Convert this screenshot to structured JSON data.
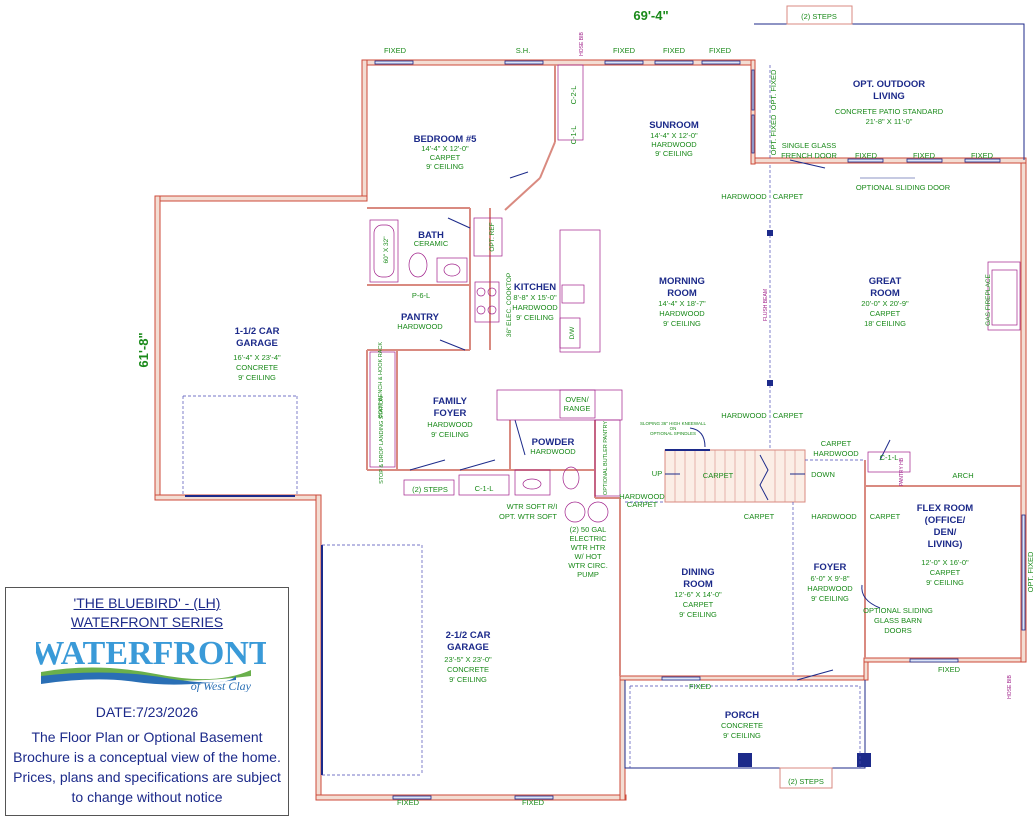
{
  "colors": {
    "room_name": "#1c2a8a",
    "room_detail": "#1a8a1a",
    "wall": "#cc4a3a",
    "fixture": "#a0208a",
    "window": "#1c2a8a"
  },
  "dimensions": {
    "width": "69'-4\"",
    "depth": "61'-8\""
  },
  "rooms": [
    {
      "id": "bedroom",
      "name": "BEDROOM #5",
      "details": [
        "14'-4\" X 12'-0\"",
        "CARPET",
        "9' CEILING"
      ]
    },
    {
      "id": "sunroom",
      "name": "SUNROOM",
      "details": [
        "14'-4\" X 12'-0\"",
        "HARDWOOD",
        "9' CEILING"
      ]
    },
    {
      "id": "outdoor",
      "name": "OPT. OUTDOOR",
      "name2": "LIVING",
      "details": [
        "CONCRETE PATIO STANDARD",
        "21'-8\" X 11'-0\""
      ]
    },
    {
      "id": "garage1",
      "name": "1-1/2 CAR",
      "name2": "GARAGE",
      "details": [
        "16'-4\" X 23'-4\"",
        "CONCRETE",
        "9' CEILING"
      ]
    },
    {
      "id": "bath",
      "name": "BATH",
      "details": [
        "CERAMIC"
      ]
    },
    {
      "id": "pantry",
      "name": "PANTRY",
      "details": [
        "HARDWOOD"
      ]
    },
    {
      "id": "kitchen",
      "name": "KITCHEN",
      "details": [
        "8'-8\" X 15'-0\"",
        "HARDWOOD",
        "9' CEILING"
      ]
    },
    {
      "id": "morning",
      "name": "MORNING",
      "name2": "ROOM",
      "details": [
        "14'-4\" X 18'-7\"",
        "HARDWOOD",
        "9' CEILING"
      ]
    },
    {
      "id": "great",
      "name": "GREAT",
      "name2": "ROOM",
      "details": [
        "20'-0\" X 20'-9\"",
        "CARPET",
        "18' CEILING"
      ]
    },
    {
      "id": "family",
      "name": "FAMILY",
      "name2": "FOYER",
      "details": [
        "HARDWOOD",
        "9' CEILING"
      ]
    },
    {
      "id": "powder",
      "name": "POWDER",
      "details": [
        "HARDWOOD"
      ]
    },
    {
      "id": "flex",
      "name": "FLEX ROOM",
      "name2": "(OFFICE/",
      "name3": "DEN/",
      "name4": "LIVING)",
      "details": [
        "12'-0\" X 16'-0\"",
        "CARPET",
        "9' CEILING"
      ]
    },
    {
      "id": "dining",
      "name": "DINING",
      "name2": "ROOM",
      "details": [
        "12'-6\" X 14'-0\"",
        "CARPET",
        "9' CEILING"
      ]
    },
    {
      "id": "foyer",
      "name": "FOYER",
      "details": [
        "6'-0\" X 9'-8\"",
        "HARDWOOD",
        "9' CEILING"
      ]
    },
    {
      "id": "garage2",
      "name": "2-1/2 CAR",
      "name2": "GARAGE",
      "details": [
        "23'-5\" X 23'-0\"",
        "CONCRETE",
        "9' CEILING"
      ]
    },
    {
      "id": "porch",
      "name": "PORCH",
      "details": [
        "CONCRETE",
        "9' CEILING"
      ]
    }
  ],
  "labels": {
    "fixed": "FIXED",
    "sh": "S.H.",
    "opt_fixed": "OPT. FIXED",
    "steps2": "(2) STEPS",
    "hardwood": "HARDWOOD",
    "carpet": "CARPET",
    "single_glass": "SINGLE GLASS",
    "french_door": "FRENCH DOOR",
    "opt_sliding": "OPTIONAL SLIDING DOOR",
    "gas_fireplace": "GAS FIREPLACE",
    "flush_beam": "FLUSH BEAM",
    "opt_ref": "OPT. REF",
    "cooktop": "36\" ELEC. COOKTOP",
    "dw": "D/W",
    "p6l": "P-6-L",
    "tub": "60\" X 32\"",
    "boot_bench": "BOOT BENCH & HOOK RACK",
    "drop_zone": "STOP & DROP LANDING STATION",
    "oven": "OVEN/",
    "range": "RANGE",
    "butler": "OPTIONAL BUTLER PANTRY",
    "kneewall": "SLOPING 36\" HIGH KNEEWALL",
    "kneewall2": "ON",
    "kneewall3": "OPTIONAL SPINDLES",
    "up": "UP",
    "down": "DOWN",
    "arch": "ARCH",
    "c1l": "C-1-L",
    "c2l": "C-2-L",
    "wtr_soft": "WTR SOFT R/I",
    "wtr_soft2": "OPT. WTR SOFT",
    "heater": [
      "(2) 50 GAL",
      "ELECTRIC",
      "WTR HTR",
      "W/ HOT",
      "WTR CIRC.",
      "PUMP"
    ],
    "barn": [
      "OPTIONAL SLIDING",
      "GLASS BARN",
      "DOORS"
    ],
    "hose_bib": "HOSE BIB",
    "pantry_hb": "PANTRY HB"
  },
  "legend": {
    "title": "'THE BLUEBIRD' - (LH)",
    "series": "WATERFRONT SERIES",
    "logo_main": "WATERFRONT",
    "logo_sub": "of West Clay",
    "date": "DATE:7/23/2026",
    "disclaimer": "The Floor Plan or Optional Basement Brochure is a conceptual view of the home.  Prices, plans and specifications are subject to change without notice"
  }
}
